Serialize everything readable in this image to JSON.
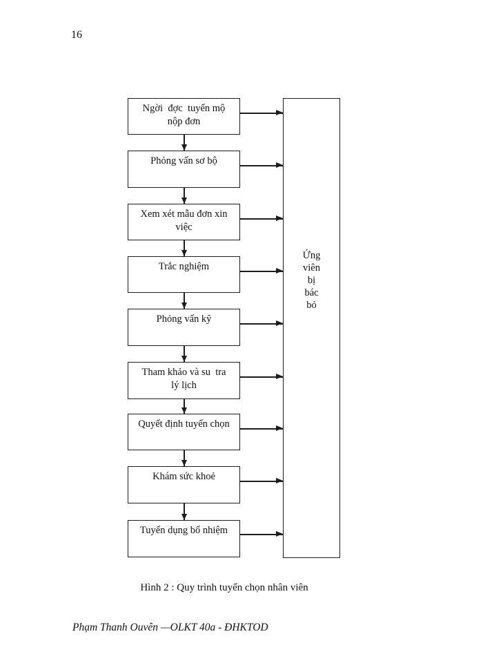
{
  "page": {
    "number": "16",
    "caption": "Hình 2 : Quy trình tuyển chọn nhân viên",
    "footer": "Phạm Thanh Ouvên —OLKT 40a - ĐHKTOD"
  },
  "flowchart": {
    "steps": [
      {
        "lines": [
          "Ngời  đợc  tuyển mộ",
          "nộp đơn"
        ]
      },
      {
        "lines": [
          "Phỏng vấn sơ bộ"
        ]
      },
      {
        "lines": [
          "Xem xét mẫu đơn xin",
          "việc"
        ]
      },
      {
        "lines": [
          "Trắc nghiệm"
        ]
      },
      {
        "lines": [
          "Phỏng vấn kỹ"
        ]
      },
      {
        "lines": [
          "Tham khảo và su  tra",
          "lý lịch"
        ]
      },
      {
        "lines": [
          "Quyết định tuyển chọn"
        ]
      },
      {
        "lines": [
          "Khám sức khoẻ"
        ]
      },
      {
        "lines": [
          "Tuyển dụng bổ nhiệm"
        ]
      }
    ],
    "reject_box": {
      "lines": [
        "Ứng",
        "viên",
        "bị",
        "bác",
        "bỏ"
      ]
    },
    "colors": {
      "line": "#1c1c1c",
      "box_bg": "#ffffff"
    }
  }
}
